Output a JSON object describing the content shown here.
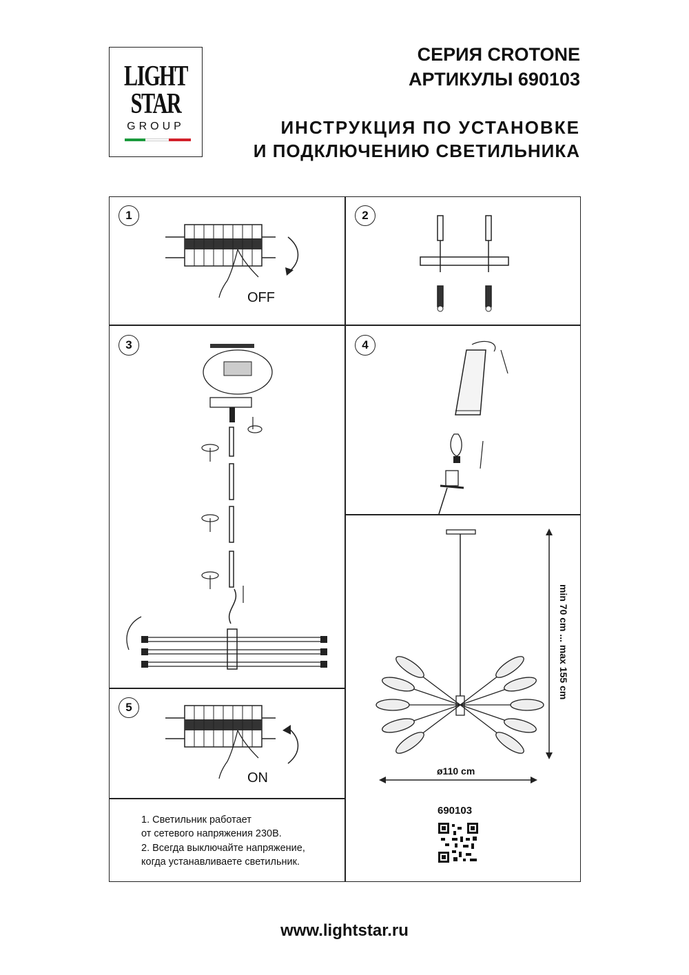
{
  "logo": {
    "line1": "LIGHT",
    "line2": "STAR",
    "line3": "GROUP",
    "flag_colors": [
      "#1a9a3c",
      "#ffffff",
      "#d2202a"
    ]
  },
  "header": {
    "series": "СЕРИЯ CROTONE",
    "article": "АРТИКУЛЫ 690103",
    "instruction_line1": "ИНСТРУКЦИЯ ПО УСТАНОВКЕ",
    "instruction_line2": "И ПОДКЛЮЧЕНИЮ СВЕТИЛЬНИКА"
  },
  "steps": [
    {
      "num": "1",
      "label": "OFF"
    },
    {
      "num": "2"
    },
    {
      "num": "3"
    },
    {
      "num": "4"
    },
    {
      "num": "5",
      "label": "ON"
    }
  ],
  "dimensions": {
    "height": "min 70 cm ... max 155 cm",
    "diameter": "ø110 cm"
  },
  "product_code": "690103",
  "notes": [
    "1. Светильник работает",
    "от сетевого напряжения 230В.",
    "2. Всегда выключайте напряжение,",
    "когда устанавливаете светильник."
  ],
  "footer": {
    "url": "www.lightstar.ru"
  }
}
